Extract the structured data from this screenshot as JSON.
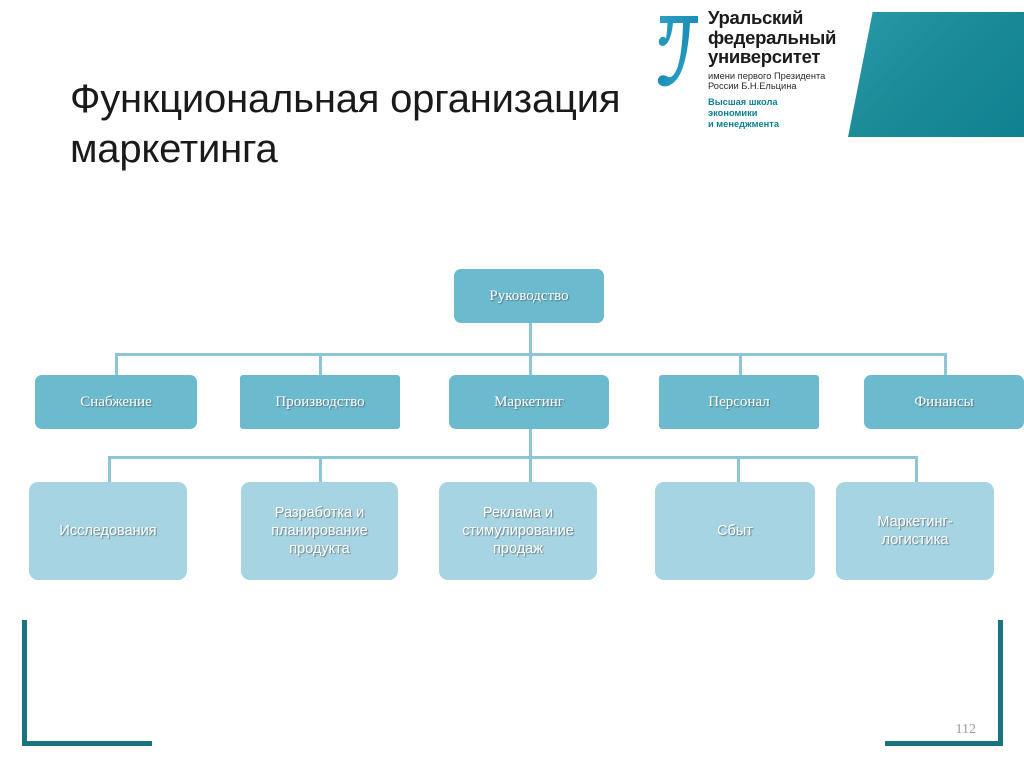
{
  "slide": {
    "title": "Функциональная организация маркетинга",
    "page_number": "112",
    "colors": {
      "node_level1": "#6cbace",
      "node_level3": "#a6d4e2",
      "connector": "#8ec6d9",
      "bracket": "#1a737f",
      "header_accent": "#1b8b98"
    }
  },
  "logo": {
    "mark": "urfu-u-letter-icon",
    "name_line1": "Уральский",
    "name_line2": "федеральный",
    "name_line3": "университет",
    "subtitle_line1": "имени первого Президента",
    "subtitle_line2": "России Б.Н.Ельцина",
    "school_line1": "Высшая школа",
    "school_line2": "экономики",
    "school_line3": "и менеджмента"
  },
  "org_chart": {
    "level1": [
      {
        "label": "Руководство"
      }
    ],
    "level2": [
      {
        "label": "Снабжение"
      },
      {
        "label": "Производство"
      },
      {
        "label": "Маркетинг"
      },
      {
        "label": "Персонал"
      },
      {
        "label": "Финансы"
      }
    ],
    "level3": [
      {
        "label": "Исследования"
      },
      {
        "label": "Разработка и планирование продукта"
      },
      {
        "label": "Реклама и стимулирование продаж"
      },
      {
        "label": "Сбыт"
      },
      {
        "label": "Маркетинг-логистика"
      }
    ]
  }
}
